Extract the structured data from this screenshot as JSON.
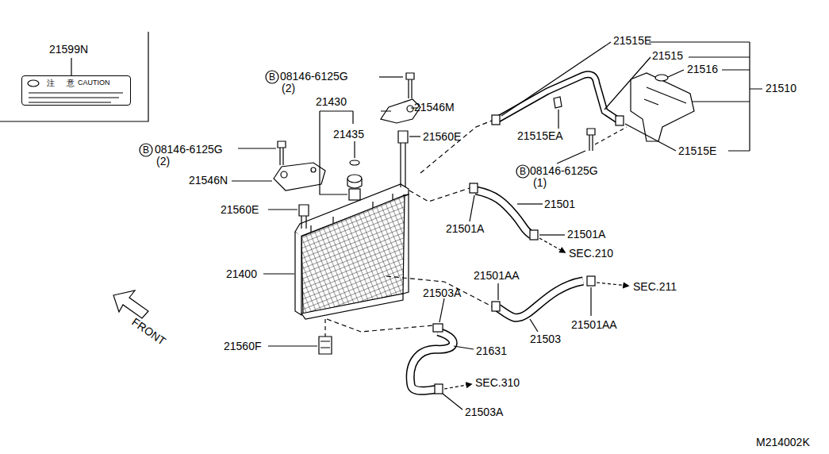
{
  "diagram": {
    "nodes": [
      {
        "text": [
          "注",
          "意",
          "CAUTION"
        ]
      }
    ],
    "labels": [
      "21599N",
      "21515E",
      "21515",
      "21516",
      "21510",
      "B",
      "08146-6125G",
      "(2)",
      "21546M",
      "21430",
      "21435",
      "21560E",
      "21515EA",
      "21515E",
      "B",
      "08146-6125G",
      "(2)",
      "21546N",
      "B",
      "08146-6125G",
      "(1)",
      "21501",
      "21560E",
      "21501A",
      "21501A",
      "SEC.210",
      "21400",
      "21501AA",
      "SEC.211",
      "21503A",
      "21501AA",
      "21503",
      "21560F",
      "21631",
      "SEC.310",
      "21503A",
      "FRONT",
      "M214002K"
    ]
  }
}
